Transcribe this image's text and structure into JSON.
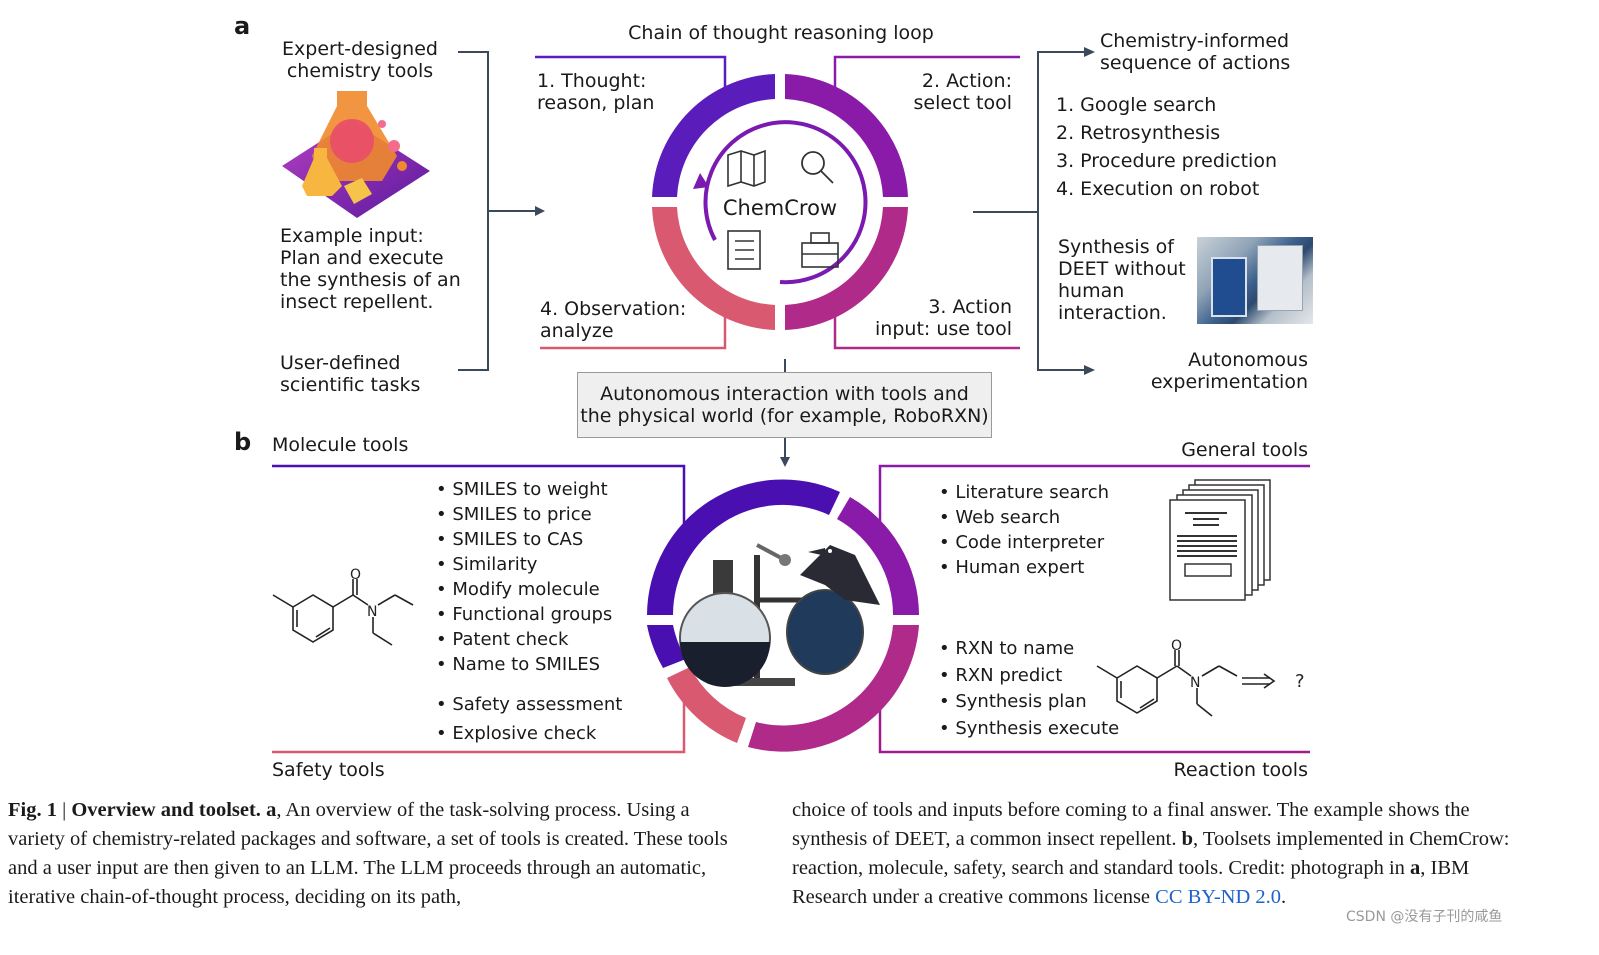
{
  "panel_a": {
    "label": "a",
    "expert_tools": "Expert-designed\nchemistry tools",
    "example_input": "Example input:\nPlan and execute\nthe synthesis of an\ninsect repellent.",
    "user_tasks": "User-defined\nscientific tasks",
    "loop_title": "Chain of thought reasoning loop",
    "thought": "1. Thought:\nreason, plan",
    "action": "2. Action:\nselect tool",
    "action_input": "3. Action\ninput: use tool",
    "observation": "4. Observation:\nanalyze",
    "center_name": "ChemCrow",
    "sequence_title": "Chemistry-informed\nsequence of actions",
    "sequence": [
      "1. Google search",
      "2. Retrosynthesis",
      "3. Procedure prediction",
      "4. Execution on robot"
    ],
    "deet_text": "Synthesis of\nDEET without\nhuman\ninteraction.",
    "autonomous": "Autonomous\nexperimentation",
    "interaction_box": "Autonomous interaction with tools and\nthe physical world (for example, RoboRXN)"
  },
  "panel_b": {
    "label": "b",
    "molecule_tools_title": "Molecule tools",
    "general_tools_title": "General tools",
    "safety_tools_title": "Safety tools",
    "reaction_tools_title": "Reaction tools",
    "molecule_tools": [
      "SMILES to weight",
      "SMILES to price",
      "SMILES to CAS",
      "Similarity",
      "Modify molecule",
      "Functional groups",
      "Patent check",
      "Name to SMILES"
    ],
    "safety_tools": [
      "Safety assessment",
      "Explosive check"
    ],
    "general_tools": [
      "Literature search",
      "Web search",
      "Code interpreter",
      "Human expert"
    ],
    "reaction_tools": [
      "RXN to name",
      "RXN predict",
      "Synthesis plan",
      "Synthesis execute"
    ],
    "atom_o": "O",
    "atom_n": "N",
    "question_mark": "?"
  },
  "caption": {
    "fig": "Fig. 1",
    "sep": " | ",
    "title": "Overview and toolset.",
    "a_label": " a",
    "left_text": ", An overview of the task-solving process. Using a variety of chemistry-related packages and software, a set of tools is created. These tools and a user input are then given to an LLM. The LLM proceeds through an automatic, iterative chain-of-thought process, deciding on its path,",
    "right_text_1": "choice of tools and inputs before coming to a final answer. The example shows the synthesis of DEET, a common insect repellent. ",
    "b_label": "b",
    "right_text_2": ", Toolsets implemented in ChemCrow: reaction, molecule, safety, search and standard tools. Credit: photograph in ",
    "a_label2": "a",
    "right_text_3": ", IBM Research under a creative commons license ",
    "license": "CC BY-ND 2.0",
    "end": "."
  },
  "watermark": "CSDN @没有子刊的咸鱼",
  "colors": {
    "purple_dark": "#4a0fb0",
    "purple": "#8a1aa8",
    "magenta": "#b02a8a",
    "red_pink": "#d95a70",
    "link": "#1f62c9"
  }
}
